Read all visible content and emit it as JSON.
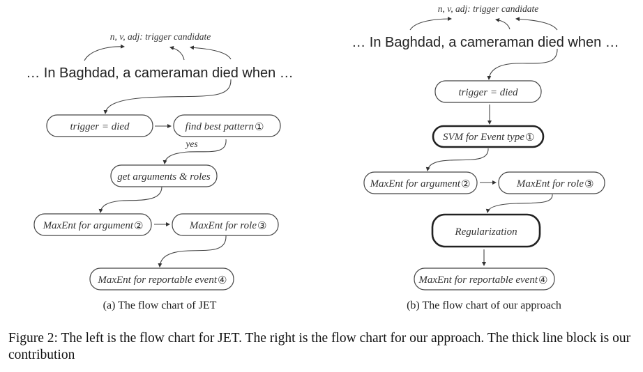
{
  "figure": {
    "caption": "Figure 2: The left is the flow chart for JET. The right is the flow chart for our approach. The thick line block is our contribution",
    "panels": [
      {
        "id": "a",
        "subcaption": "(a) The flow chart of JET",
        "pos_label": "n, v, adj: trigger candidate",
        "sentence": "… In Baghdad, a cameraman died when …",
        "edge_label_yes": "yes",
        "nodes": [
          {
            "id": "trigger",
            "label": "trigger = died",
            "step": "",
            "thick": false
          },
          {
            "id": "pattern",
            "label": "find best pattern",
            "step": "①",
            "thick": false
          },
          {
            "id": "getargs",
            "label": "get arguments & roles",
            "step": "",
            "thick": false
          },
          {
            "id": "arg",
            "label": "MaxEnt for argument",
            "step": "②",
            "thick": false
          },
          {
            "id": "role",
            "label": "MaxEnt for role",
            "step": "③",
            "thick": false
          },
          {
            "id": "report",
            "label": "MaxEnt for reportable event",
            "step": "④",
            "thick": false
          }
        ]
      },
      {
        "id": "b",
        "subcaption": "(b) The flow chart of our approach",
        "pos_label": "n, v, adj: trigger candidate",
        "sentence": "… In Baghdad, a cameraman died when …",
        "nodes": [
          {
            "id": "trigger",
            "label": "trigger = died",
            "step": "",
            "thick": false
          },
          {
            "id": "svm",
            "label": "SVM for Event type",
            "step": "①",
            "thick": true
          },
          {
            "id": "arg",
            "label": "MaxEnt for argument",
            "step": "②",
            "thick": false
          },
          {
            "id": "role",
            "label": "MaxEnt for role",
            "step": "③",
            "thick": false
          },
          {
            "id": "reg",
            "label": "Regularization",
            "step": "",
            "thick": true
          },
          {
            "id": "report",
            "label": "MaxEnt for reportable event",
            "step": "④",
            "thick": false
          }
        ]
      }
    ]
  }
}
